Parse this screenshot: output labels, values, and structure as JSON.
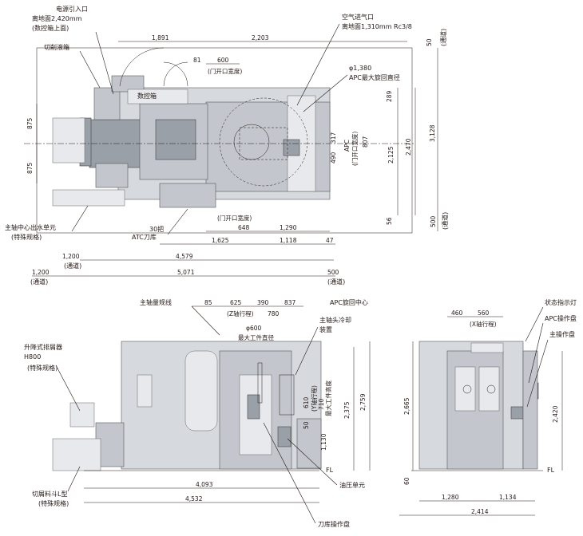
{
  "top_view": {
    "labels": {
      "power_inlet": "电源引入口",
      "power_height": "离地面2,420mm",
      "power_note": "(数控箱上面)",
      "coolant_tank": "切削液箱",
      "air_inlet": "空气进气口",
      "air_height": "离地面1,310mm Rc3/8",
      "apc_dia": "φ1,380",
      "apc_dia_note": "APC最大旋回直径",
      "nc_box": "数控箱",
      "spindle_water_unit": "主轴中心出水单元",
      "spindle_water_note": "(特殊规格)",
      "atc_count": "30把",
      "atc_label": "ATC刀库",
      "door_width_top": "(门开口宽度)",
      "door_width_bottom": "(门开口宽度)",
      "apc_door_width": "APC\n(门开口宽度)",
      "aisle": "(通道)"
    },
    "dims": {
      "d1891": "1,891",
      "d2203": "2,203",
      "d81": "81",
      "d600": "600",
      "d50": "50",
      "d289": "289",
      "d875a": "875",
      "d875b": "875",
      "d317": "317",
      "d490": "490",
      "d807": "807",
      "d2125": "2,125",
      "d2470": "2,470",
      "d3128": "3,128",
      "d56": "56",
      "d500": "500",
      "d648": "648",
      "d1290": "1,290",
      "d1625": "1,625",
      "d1118": "1,118",
      "d47": "47",
      "d4579": "4,579",
      "d1200a": "1,200",
      "d1200b": "1,200",
      "d5071": "5,071",
      "d500b": "500"
    }
  },
  "front_view": {
    "labels": {
      "spindle_gauge": "主轴量规线",
      "apc_center": "APC旋回中心",
      "spindle_cool": "主轴头冷却",
      "spindle_cool2": "装置",
      "chip_conveyor": "升降式排屑器",
      "chip_h": "H800",
      "chip_note": "(特殊规格)",
      "chip_bucket": "切屑料斗L型",
      "chip_bucket_note": "(特殊规格)",
      "z_stroke": "(Z轴行程)",
      "y_stroke": "(Y轴行程)",
      "max_work_dia": "最大工件直径",
      "max_work_h": "最大工件高度",
      "phi600": "φ600",
      "hydraulic": "油压单元",
      "magazine_panel": "刀库操作盘",
      "fl": "FL"
    },
    "dims": {
      "d85": "85",
      "d625": "625",
      "d390": "390",
      "d837": "837",
      "d780": "780",
      "d610": "610",
      "d710": "710",
      "d50": "50",
      "d1130": "1,130",
      "d2375": "2,375",
      "d2759": "2,759",
      "d4093": "4,093",
      "d4532": "4,532"
    }
  },
  "side_view": {
    "labels": {
      "status_light": "状态指示灯",
      "apc_panel": "APC操作盘",
      "main_panel": "主操作盘",
      "x_stroke": "(X轴行程)",
      "fl": "FL"
    },
    "dims": {
      "d460": "460",
      "d560": "560",
      "d2665": "2,665",
      "d2420": "2,420",
      "d60": "60",
      "d1280": "1,280",
      "d1134": "1,134",
      "d2414": "2,414"
    }
  }
}
